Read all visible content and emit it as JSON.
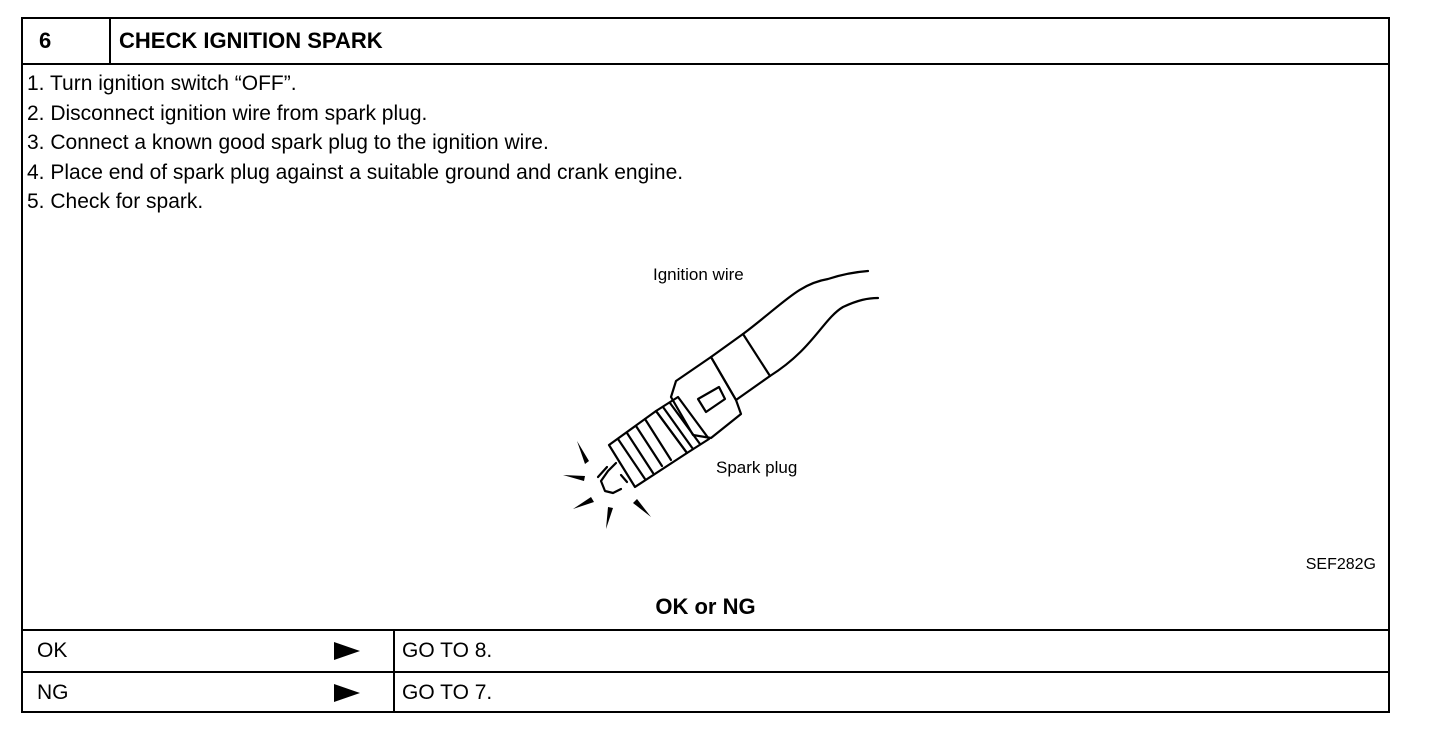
{
  "step": {
    "number": "6",
    "title": "CHECK IGNITION SPARK"
  },
  "instructions": [
    "1.  Turn ignition switch “OFF”.",
    "2.  Disconnect ignition wire from spark plug.",
    "3.  Connect a known good spark plug to the ignition wire.",
    "4.  Place end of spark plug against a suitable ground and crank engine.",
    "5.  Check for spark."
  ],
  "figure": {
    "label_wire": "Ignition wire",
    "label_plug": "Spark plug",
    "code": "SEF282G"
  },
  "verdict": {
    "title": "OK or NG",
    "rows": [
      {
        "label": "OK",
        "action": "GO TO 8."
      },
      {
        "label": "NG",
        "action": "GO TO 7."
      }
    ]
  }
}
